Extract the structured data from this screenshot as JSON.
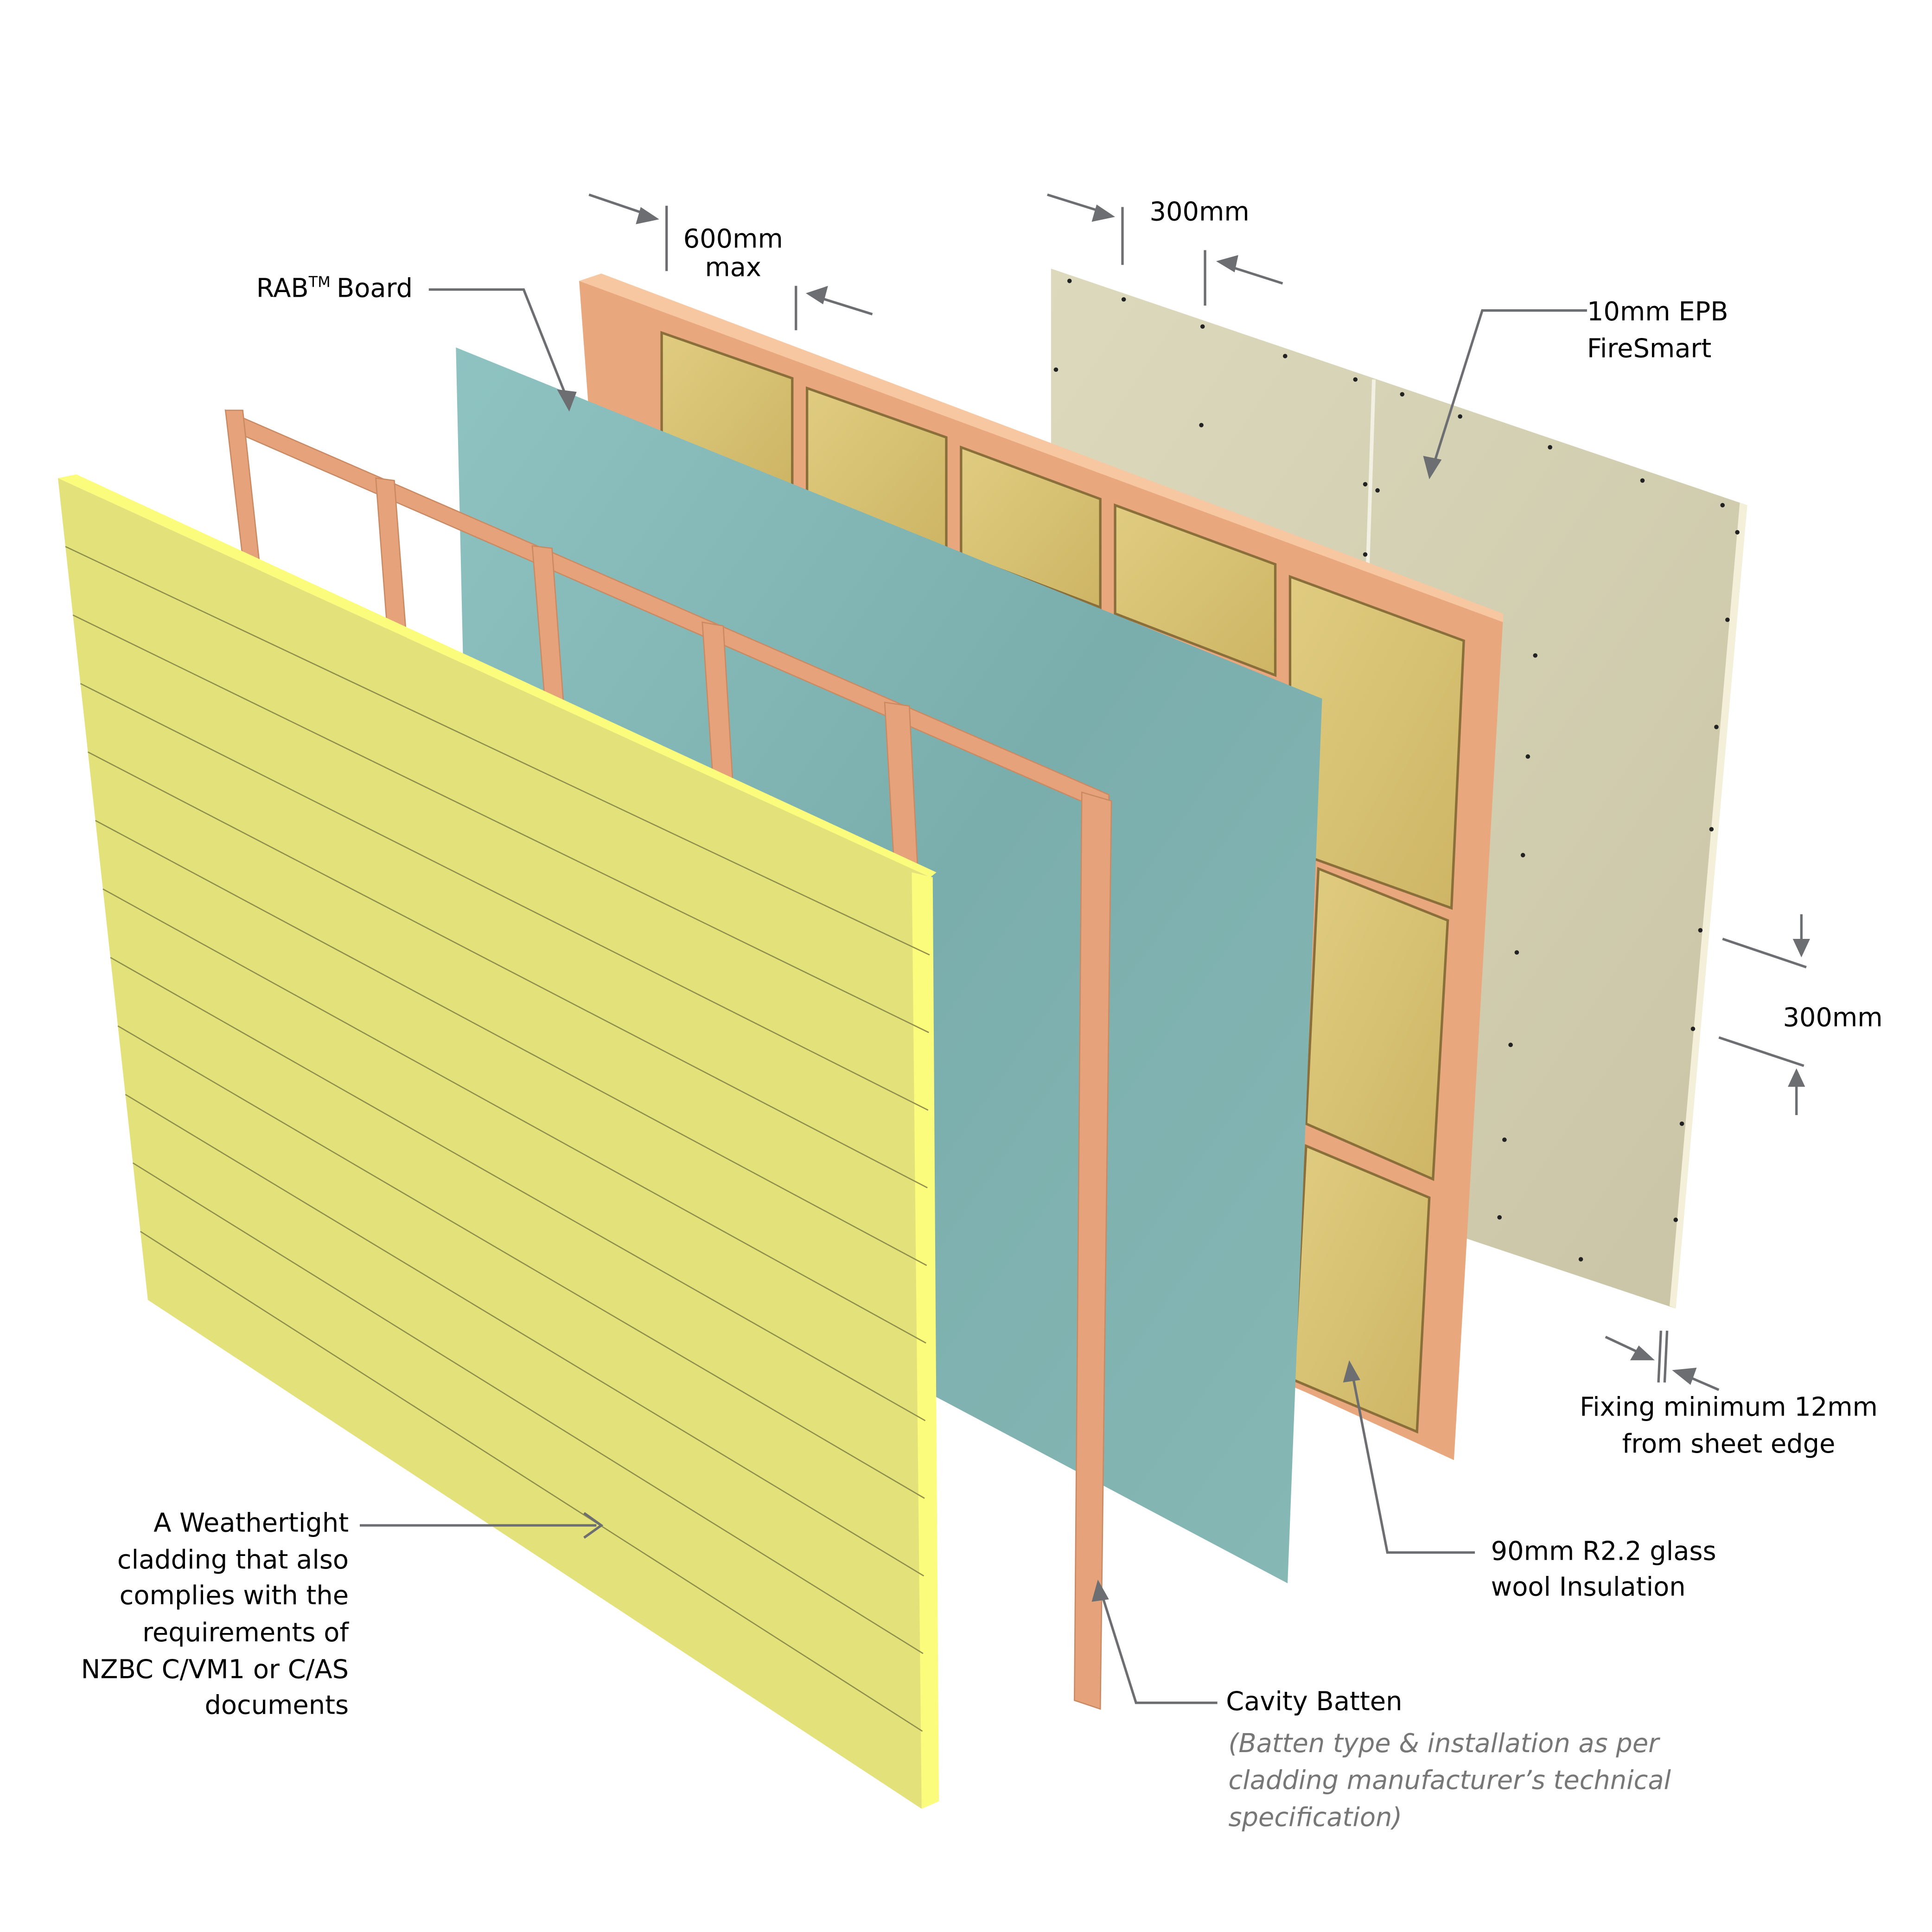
{
  "labels": {
    "rab_board": "RAB",
    "rab_tm": "TM",
    "rab_board_suffix": "Board",
    "stud_spacing_line1": "600mm",
    "stud_spacing_line2": "max",
    "top_fixing_spacing": "300mm",
    "epb_line1": "10mm EPB",
    "epb_line2": "FireSmart",
    "side_fixing_spacing": "300mm",
    "fixing_edge_line1": "Fixing minimum 12mm",
    "fixing_edge_line2": "from sheet edge",
    "insulation_line1": "90mm R2.2 glass",
    "insulation_line2": "wool Insulation",
    "batten_title": "Cavity Batten",
    "batten_note_line1": "(Batten type & installation as per",
    "batten_note_line2": "cladding manufacturer’s technical",
    "batten_note_line3": "specification)",
    "cladding_line1": "A Weathertight",
    "cladding_line2": "cladding  that also",
    "cladding_line3": "complies with the",
    "cladding_line4": "requirements of",
    "cladding_line5": "NZBC C/VM1 or C/AS",
    "cladding_line6": "documents"
  },
  "colors": {
    "cladding": "#e3e27a",
    "cladding_edge": "#fbfb7c",
    "rab": "#84b4b2",
    "timber": "#e8a57c",
    "insulation": "#d8c271",
    "epb": "#d2ceb0",
    "leader": "#6d6e71"
  }
}
